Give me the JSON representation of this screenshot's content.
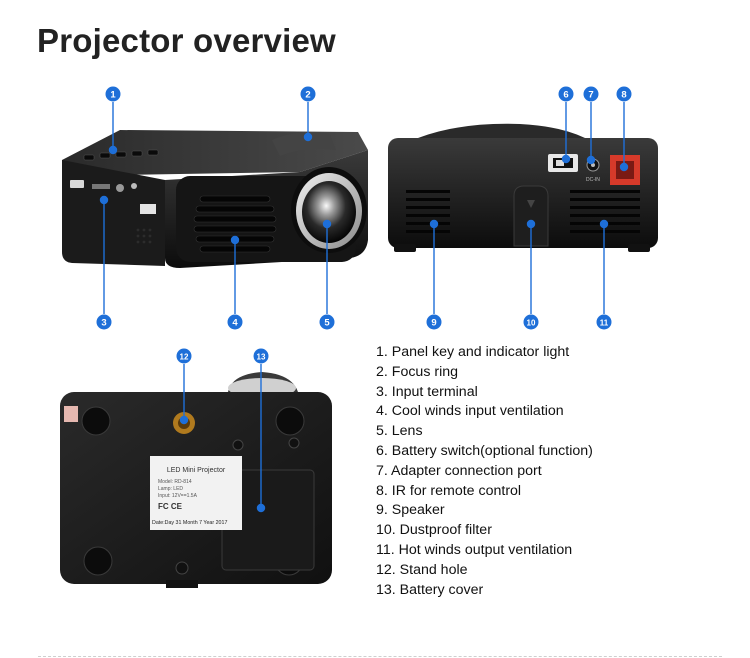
{
  "title": "Projector overview",
  "accent_color": "#1e6fd8",
  "callouts": [
    {
      "n": "1"
    },
    {
      "n": "2"
    },
    {
      "n": "3"
    },
    {
      "n": "4"
    },
    {
      "n": "5"
    },
    {
      "n": "6"
    },
    {
      "n": "7"
    },
    {
      "n": "8"
    },
    {
      "n": "9"
    },
    {
      "n": "10"
    },
    {
      "n": "11"
    },
    {
      "n": "12"
    },
    {
      "n": "13"
    }
  ],
  "legend": [
    "1. Panel key and indicator light",
    "2. Focus ring",
    "3. Input terminal",
    "4. Cool winds input ventilation",
    "5. Lens",
    "6. Battery switch(optional function)",
    "7. Adapter connection port",
    "8. IR for remote control",
    "9. Speaker",
    "10. Dustproof filter",
    "11. Hot winds output ventilation",
    "12. Stand hole",
    "13. Battery cover"
  ],
  "port_label": "DC-IN",
  "sticker": {
    "title": "LED Mini Projector",
    "model": "Model: RD-814",
    "lamp": "Lamp: LED",
    "input": "Input: 12V==1.5A",
    "marks": "FC CE",
    "date": "Date:Day 31 Month 7 Year 2017"
  }
}
